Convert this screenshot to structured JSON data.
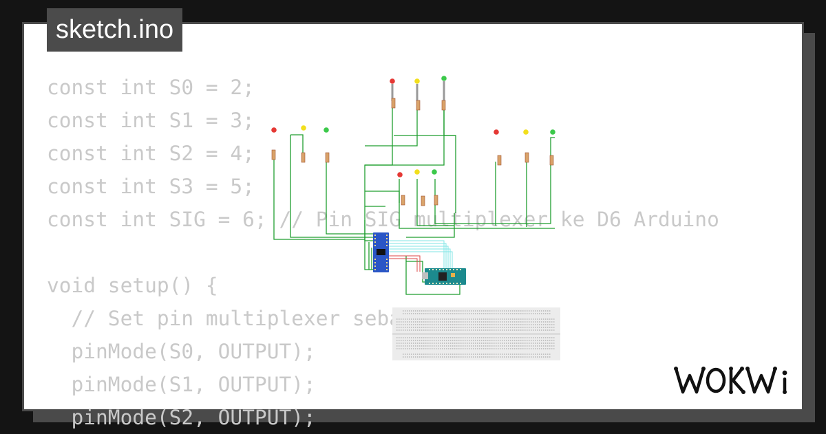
{
  "file_tab": {
    "label": "sketch.ino"
  },
  "code_lines": [
    "const int S0 = 2;",
    "const int S1 = 3;",
    "const int S2 = 4;",
    "const int S3 = 5;",
    "const int SIG = 6; // Pin SIG multiplexer ke D6 Arduino",
    "",
    "void setup() {",
    "  // Set pin multiplexer sebagai output",
    "  pinMode(S0, OUTPUT);",
    "  pinMode(S1, OUTPUT);",
    "  pinMode(S2, OUTPUT);"
  ],
  "brand": {
    "name": "WOKWi"
  },
  "colors": {
    "background": "#141414",
    "card": "#ffffff",
    "tab": "#4b4b4b",
    "code_text": "#c9c9c9",
    "wire_green": "#1f9e2f",
    "led_red": "#e53935",
    "led_yellow": "#f2df1d",
    "led_green": "#3cc94b",
    "mux_board": "#2a56c6",
    "arduino_board": "#1c8a8e"
  }
}
